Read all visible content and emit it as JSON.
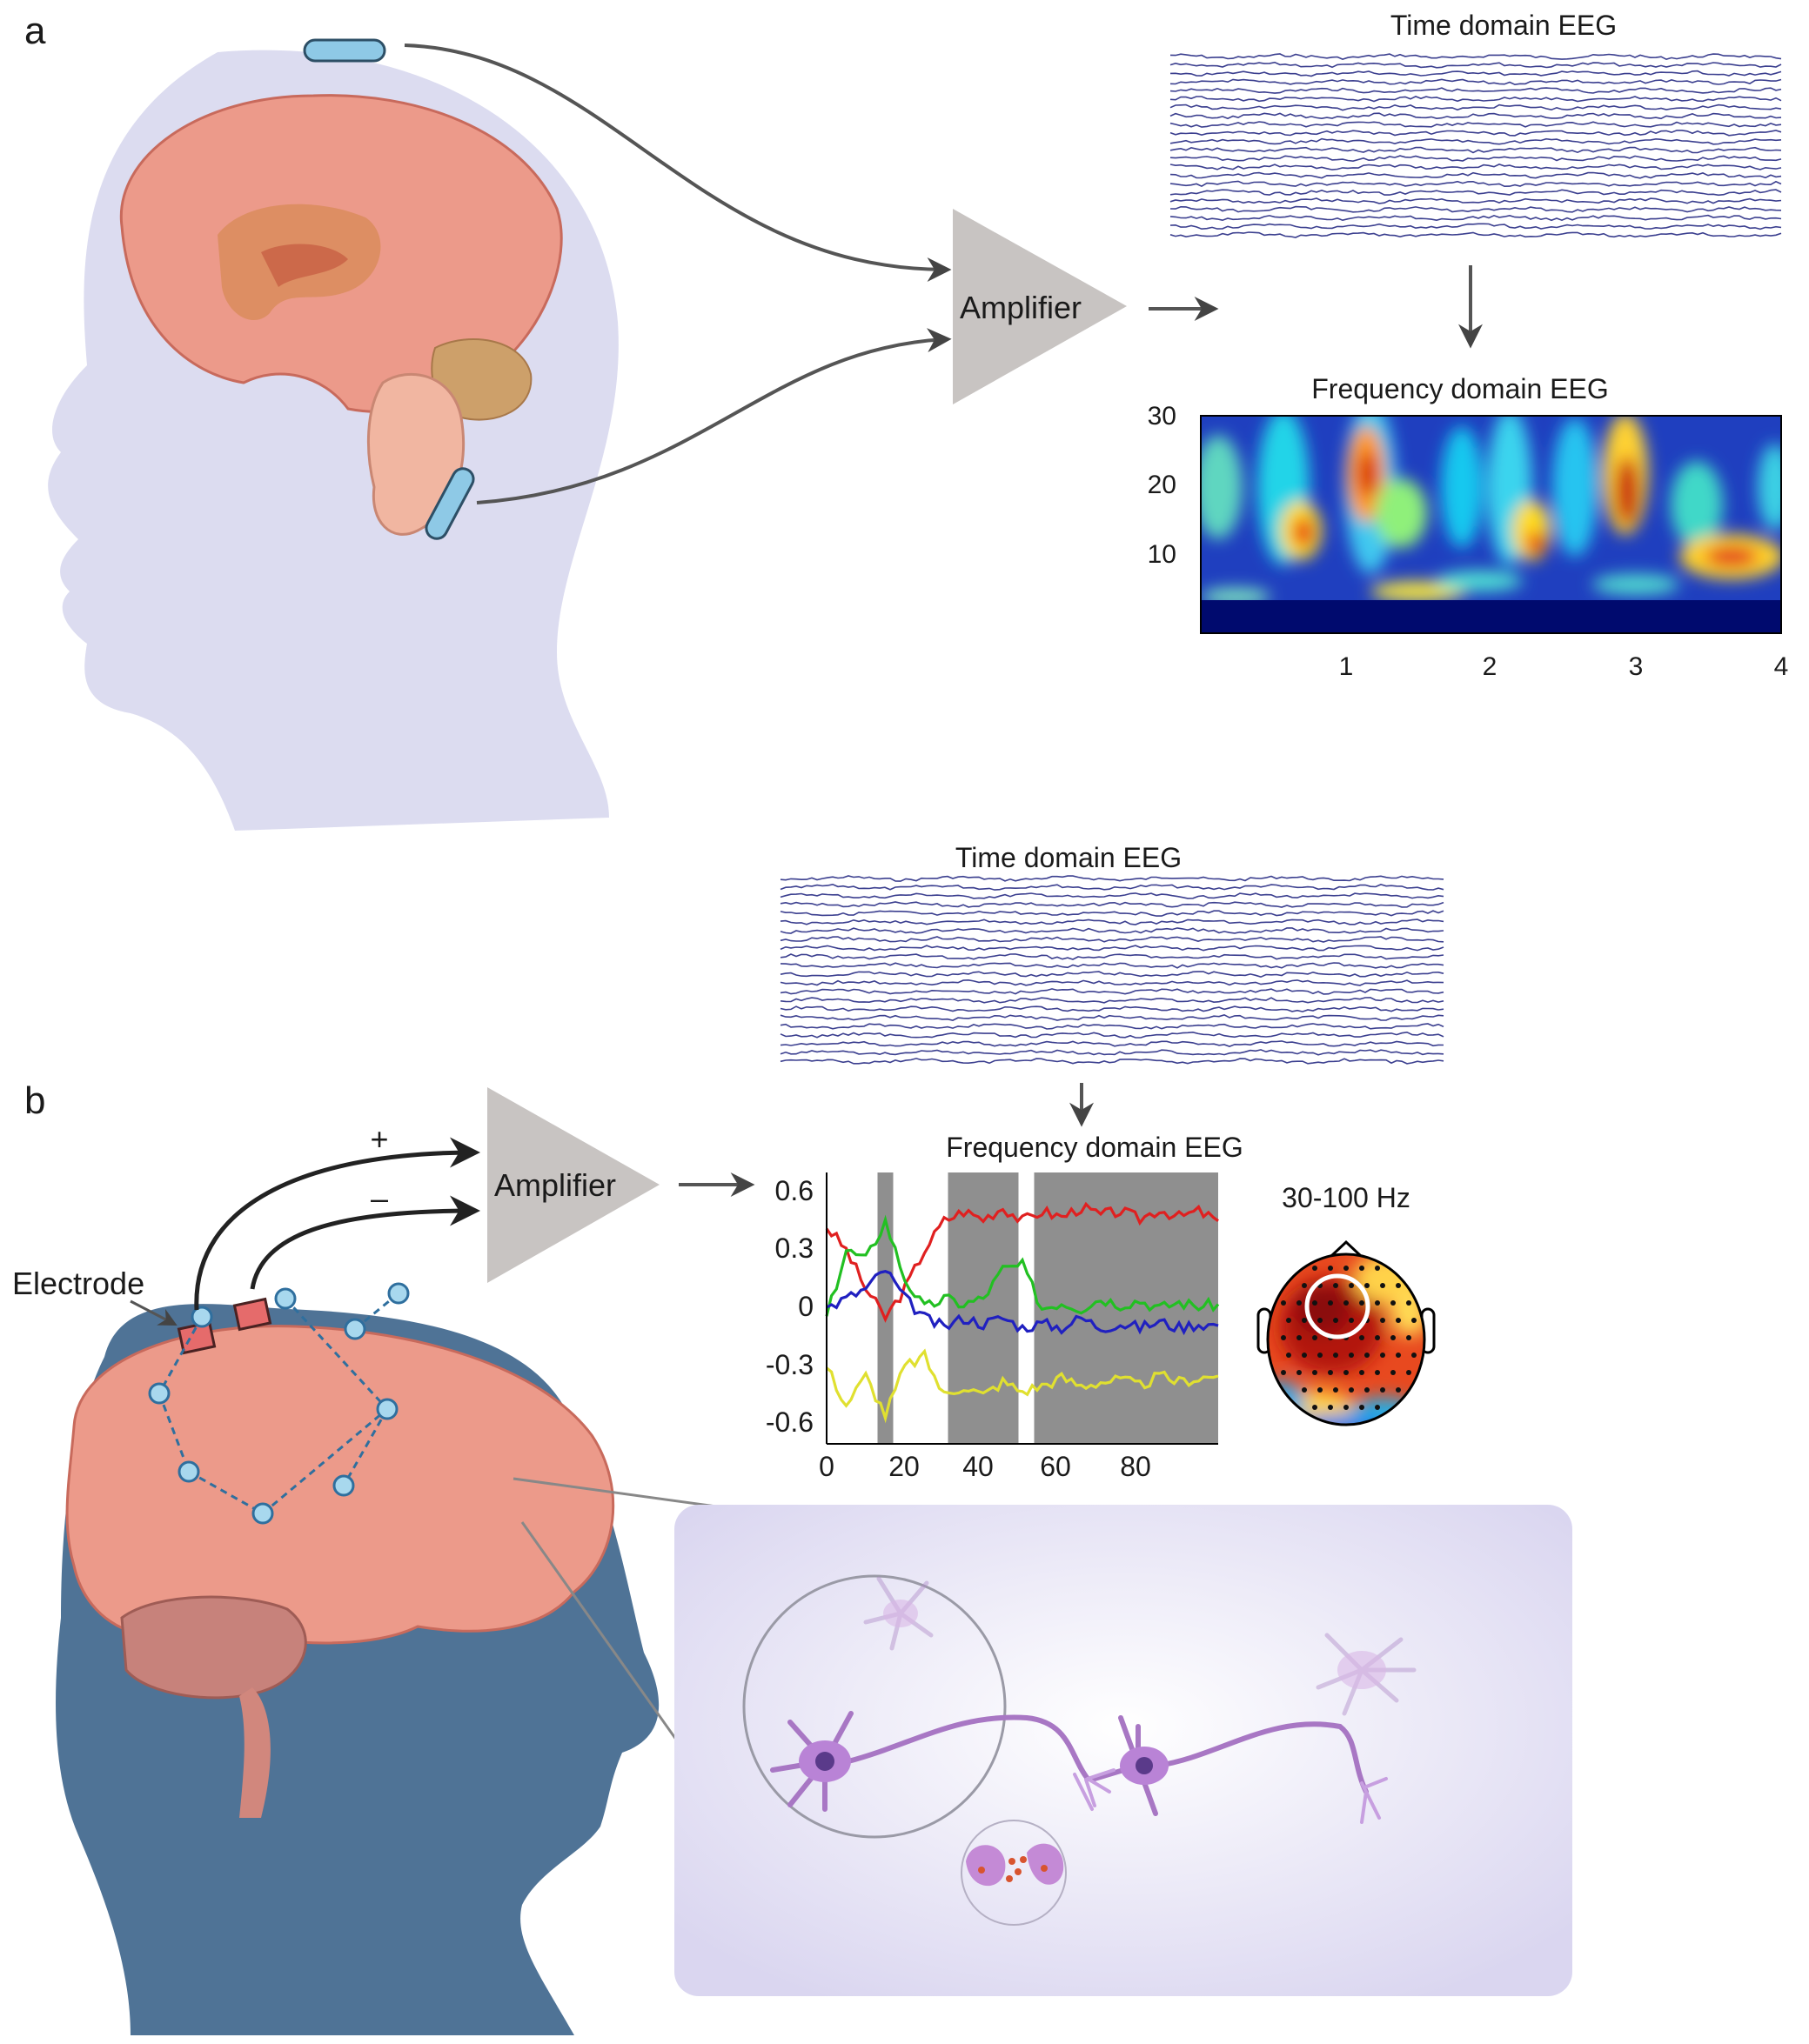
{
  "panel_a": {
    "label": "a",
    "amplifier_label": "Amplifier",
    "time_title": "Time domain EEG",
    "freq_title": "Frequency domain EEG",
    "spectrogram": {
      "y_ticks": [
        "30",
        "20",
        "10"
      ],
      "x_ticks": [
        "1",
        "2",
        "3",
        "4"
      ]
    }
  },
  "panel_b": {
    "label": "b",
    "amplifier_label": "Amplifier",
    "plus_sign": "+",
    "minus_sign": "–",
    "electrode_label": "Electrode",
    "time_title": "Time domain EEG",
    "freq_title": "Frequency domain EEG",
    "topomap_label": "30-100 Hz"
  },
  "colors": {
    "skin_a": "#dcdcf0",
    "head_b": "#4f7396",
    "brain": "#ec9a8a",
    "amplifier": "#c8c4c2",
    "eeg_trace": "#3b3f8f",
    "electrode_a": "#8ec9e6",
    "electrode_b": "#e56b6b"
  },
  "chart_data": [
    {
      "type": "heatmap",
      "title": "Frequency domain EEG",
      "x_ticks": [
        1,
        2,
        3,
        4
      ],
      "y_ticks": [
        10,
        20,
        30
      ],
      "xlim": [
        0,
        4
      ],
      "ylim": [
        0,
        30
      ],
      "colormap": "jet"
    },
    {
      "type": "line",
      "title": "Frequency domain EEG",
      "x_ticks": [
        0,
        20,
        40,
        60,
        80
      ],
      "y_ticks": [
        0.6,
        0.3,
        0,
        -0.3,
        -0.6
      ],
      "y_tick_labels": [
        "0.6",
        "0.3",
        "0",
        "-0.3",
        "-0.6"
      ],
      "x_tick_labels": [
        "0",
        "20",
        "40",
        "60",
        "80"
      ],
      "xlim": [
        0,
        100
      ],
      "ylim": [
        -0.7,
        0.7
      ],
      "shaded_x_ranges": [
        [
          13,
          17
        ],
        [
          31,
          49
        ],
        [
          53,
          100
        ]
      ],
      "series": [
        {
          "color": "#e02020",
          "x": [
            0,
            5,
            10,
            15,
            20,
            25,
            30,
            35,
            40,
            45,
            50,
            55,
            60,
            65,
            70,
            75,
            80,
            85,
            90,
            95,
            100
          ],
          "values": [
            0.42,
            0.3,
            0.1,
            -0.05,
            0.1,
            0.3,
            0.45,
            0.5,
            0.46,
            0.52,
            0.45,
            0.5,
            0.47,
            0.52,
            0.48,
            0.5,
            0.46,
            0.51,
            0.47,
            0.5,
            0.45
          ]
        },
        {
          "color": "#22c022",
          "x": [
            0,
            5,
            10,
            15,
            20,
            25,
            30,
            35,
            40,
            45,
            50,
            55,
            60,
            65,
            70,
            75,
            80,
            85,
            90,
            95,
            100
          ],
          "values": [
            -0.05,
            0.3,
            0.25,
            0.45,
            0.15,
            0.0,
            0.05,
            0.02,
            0.05,
            0.2,
            0.22,
            0.0,
            0.03,
            0.0,
            0.05,
            0.02,
            0.04,
            0.0,
            0.03,
            0.01,
            0.02
          ]
        },
        {
          "color": "#2020c0",
          "x": [
            0,
            5,
            10,
            15,
            20,
            25,
            30,
            35,
            40,
            45,
            50,
            55,
            60,
            65,
            70,
            75,
            80,
            85,
            90,
            95,
            100
          ],
          "values": [
            0.0,
            0.05,
            0.1,
            0.2,
            0.05,
            -0.05,
            -0.1,
            -0.05,
            -0.08,
            -0.05,
            -0.1,
            -0.08,
            -0.1,
            -0.05,
            -0.1,
            -0.08,
            -0.1,
            -0.07,
            -0.1,
            -0.08,
            -0.09
          ]
        },
        {
          "color": "#e0e030",
          "x": [
            0,
            5,
            10,
            15,
            20,
            25,
            30,
            35,
            40,
            45,
            50,
            55,
            60,
            65,
            70,
            75,
            80,
            85,
            90,
            95,
            100
          ],
          "values": [
            -0.3,
            -0.5,
            -0.35,
            -0.55,
            -0.3,
            -0.25,
            -0.45,
            -0.4,
            -0.45,
            -0.38,
            -0.43,
            -0.4,
            -0.36,
            -0.4,
            -0.38,
            -0.37,
            -0.4,
            -0.35,
            -0.38,
            -0.36,
            -0.35
          ]
        }
      ]
    },
    {
      "type": "heatmap",
      "title": "30-100 Hz",
      "colormap": "jet"
    }
  ]
}
